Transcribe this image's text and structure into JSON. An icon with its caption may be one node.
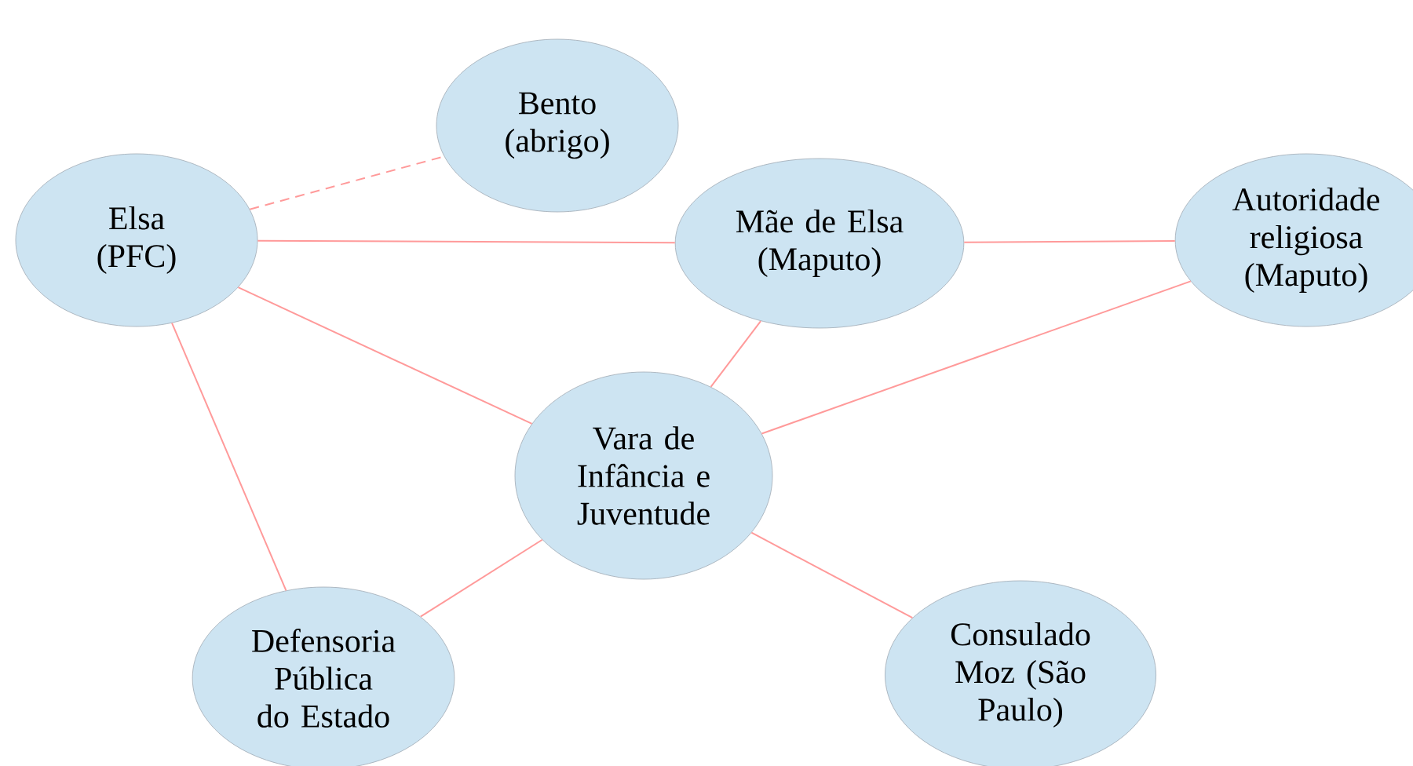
{
  "diagram": {
    "nodes": [
      {
        "text": [
          "Bento (abrigo)"
        ]
      },
      {
        "text": [
          "Elsa (PFC)"
        ]
      },
      {
        "text": [
          "Mãe de Elsa (Maputo)"
        ]
      },
      {
        "text": [
          "Autoridade religiosa (Maputo)"
        ]
      },
      {
        "text": [
          "Vara de Infância e Juventude"
        ]
      },
      {
        "text": [
          "Defensoria Pública do Estado"
        ]
      },
      {
        "text": [
          "Consulado Moz (São Paulo)"
        ]
      }
    ],
    "edges": [
      {
        "from": 1,
        "to": 0,
        "arrow": "none",
        "style": "dashed"
      },
      {
        "from": 1,
        "to": 2,
        "arrow": "none"
      },
      {
        "from": 2,
        "to": 3,
        "arrow": "none"
      },
      {
        "from": 2,
        "to": 4,
        "arrow": "none"
      },
      {
        "from": 1,
        "to": 4,
        "arrow": "none"
      },
      {
        "from": 1,
        "to": 5,
        "arrow": "none"
      },
      {
        "from": 3,
        "to": 4,
        "arrow": "none"
      },
      {
        "from": 4,
        "to": 5,
        "arrow": "none"
      },
      {
        "from": 4,
        "to": 6,
        "arrow": "none"
      }
    ]
  }
}
